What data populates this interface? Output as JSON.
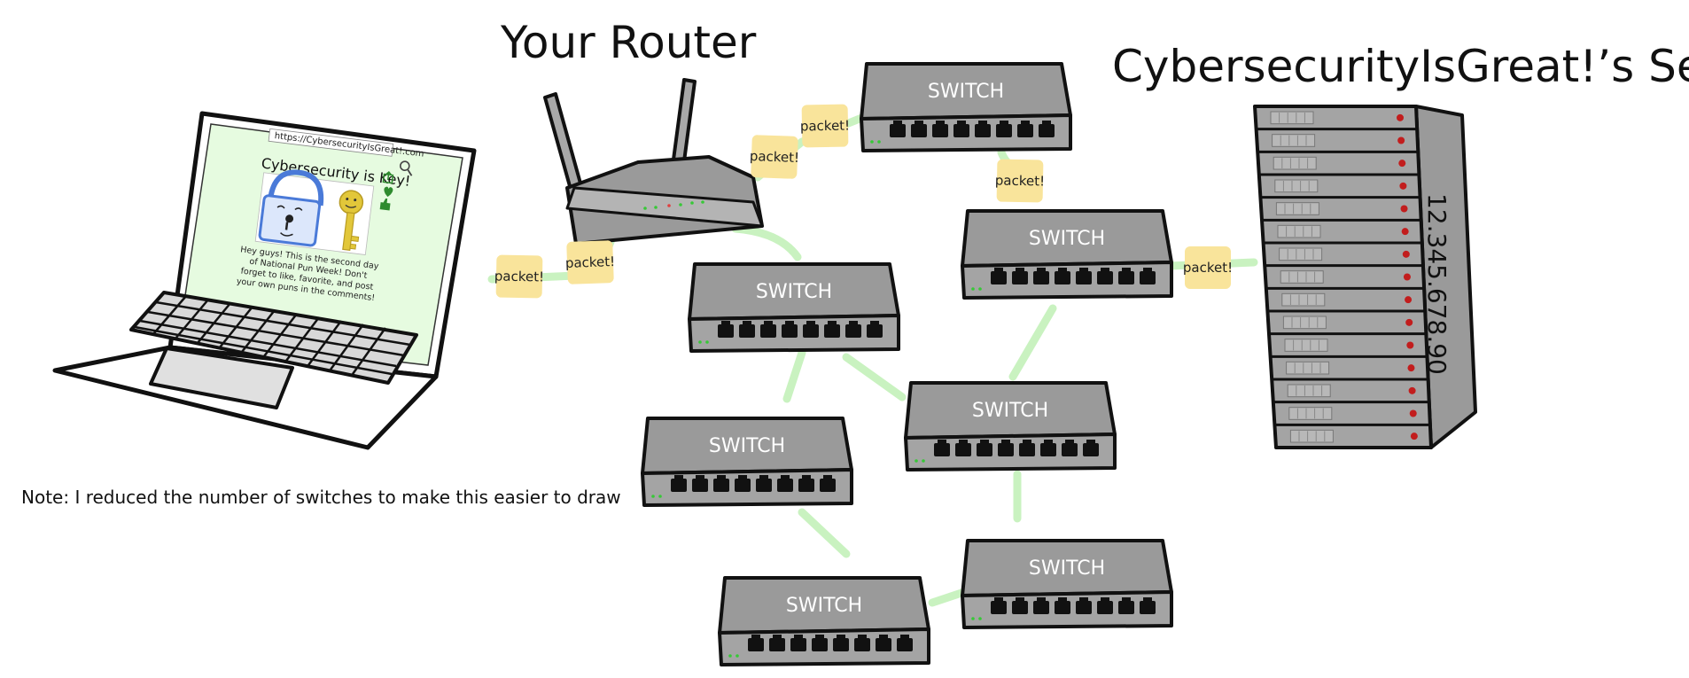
{
  "titles": {
    "router": "Your Router",
    "server": "CybersecurityIsGreat!’s Server"
  },
  "server_ip": "12.345.678.90",
  "note": "Note: I reduced the number of switches to make this easier to draw",
  "laptop": {
    "url": "https://CybersecurityIsGreat!.com",
    "blog_title": "Cybersecurity is Key!",
    "blog_text": [
      "Hey guys! This is the second day",
      "of National Pun Week! Don't",
      "forget to like, favorite, and post",
      "your own puns in the comments!"
    ]
  },
  "switch_label": "SWITCH",
  "packet_label": "packet!",
  "colors": {
    "link": "#c9f2c0",
    "packet": "#f9e49b",
    "switch_body": "#9a9a9a",
    "screen": "#e6fbe0",
    "server_led": "#c21d1d"
  }
}
